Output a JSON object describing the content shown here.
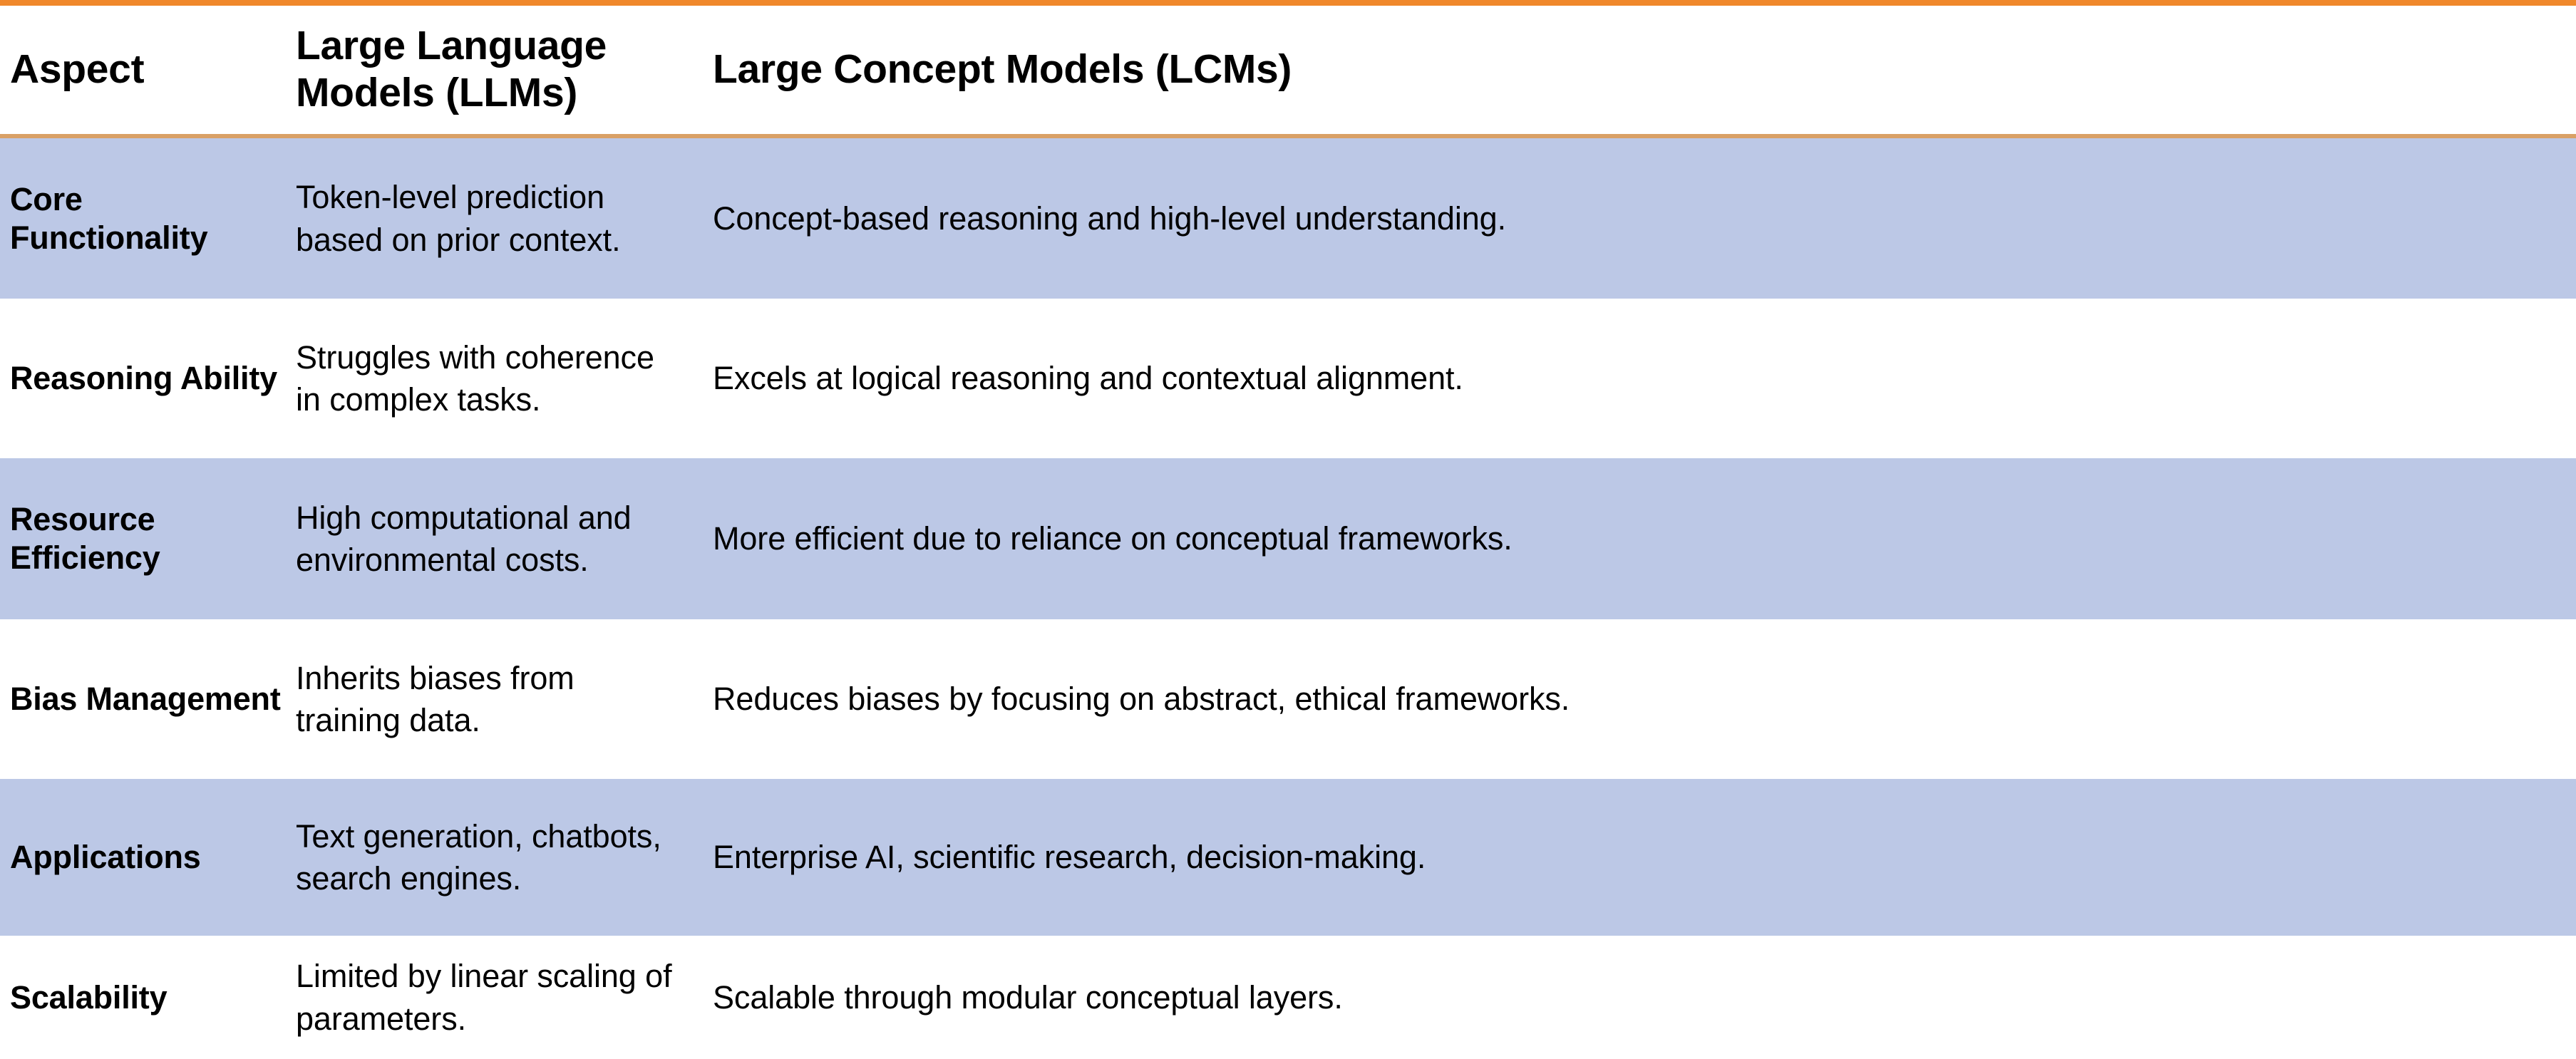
{
  "table": {
    "columns": [
      "Aspect",
      "Large Language Models (LLMs)",
      "Large Concept Models (LCMs)"
    ],
    "rows": [
      {
        "aspect": "Core Functionality",
        "llm": "Token-level prediction based on prior context.",
        "lcm": "Concept-based reasoning and high-level understanding."
      },
      {
        "aspect": "Reasoning Ability",
        "llm": "Struggles with coherence in complex tasks.",
        "lcm": "Excels at logical reasoning and contextual alignment."
      },
      {
        "aspect": "Resource Efficiency",
        "llm": "High computational and environmental costs.",
        "lcm": "More efficient due to reliance on conceptual frameworks."
      },
      {
        "aspect": "Bias Management",
        "llm": "Inherits biases from training data.",
        "lcm": "Reduces biases by focusing on abstract, ethical frameworks."
      },
      {
        "aspect": "Applications",
        "llm": "Text generation, chatbots, search engines.",
        "lcm": "Enterprise AI, scientific research, decision-making."
      },
      {
        "aspect": "Scalability",
        "llm": "Limited by linear scaling of parameters.",
        "lcm": "Scalable through modular conceptual layers."
      }
    ]
  },
  "style": {
    "top_border_color": "#F0882B",
    "bottom_border_color": "#E8993F",
    "header_rule_color": "#D9A066",
    "shaded_row_color": "#BCC8E6",
    "unshaded_row_color": "#FFFFFF",
    "text_color": "#000000"
  }
}
